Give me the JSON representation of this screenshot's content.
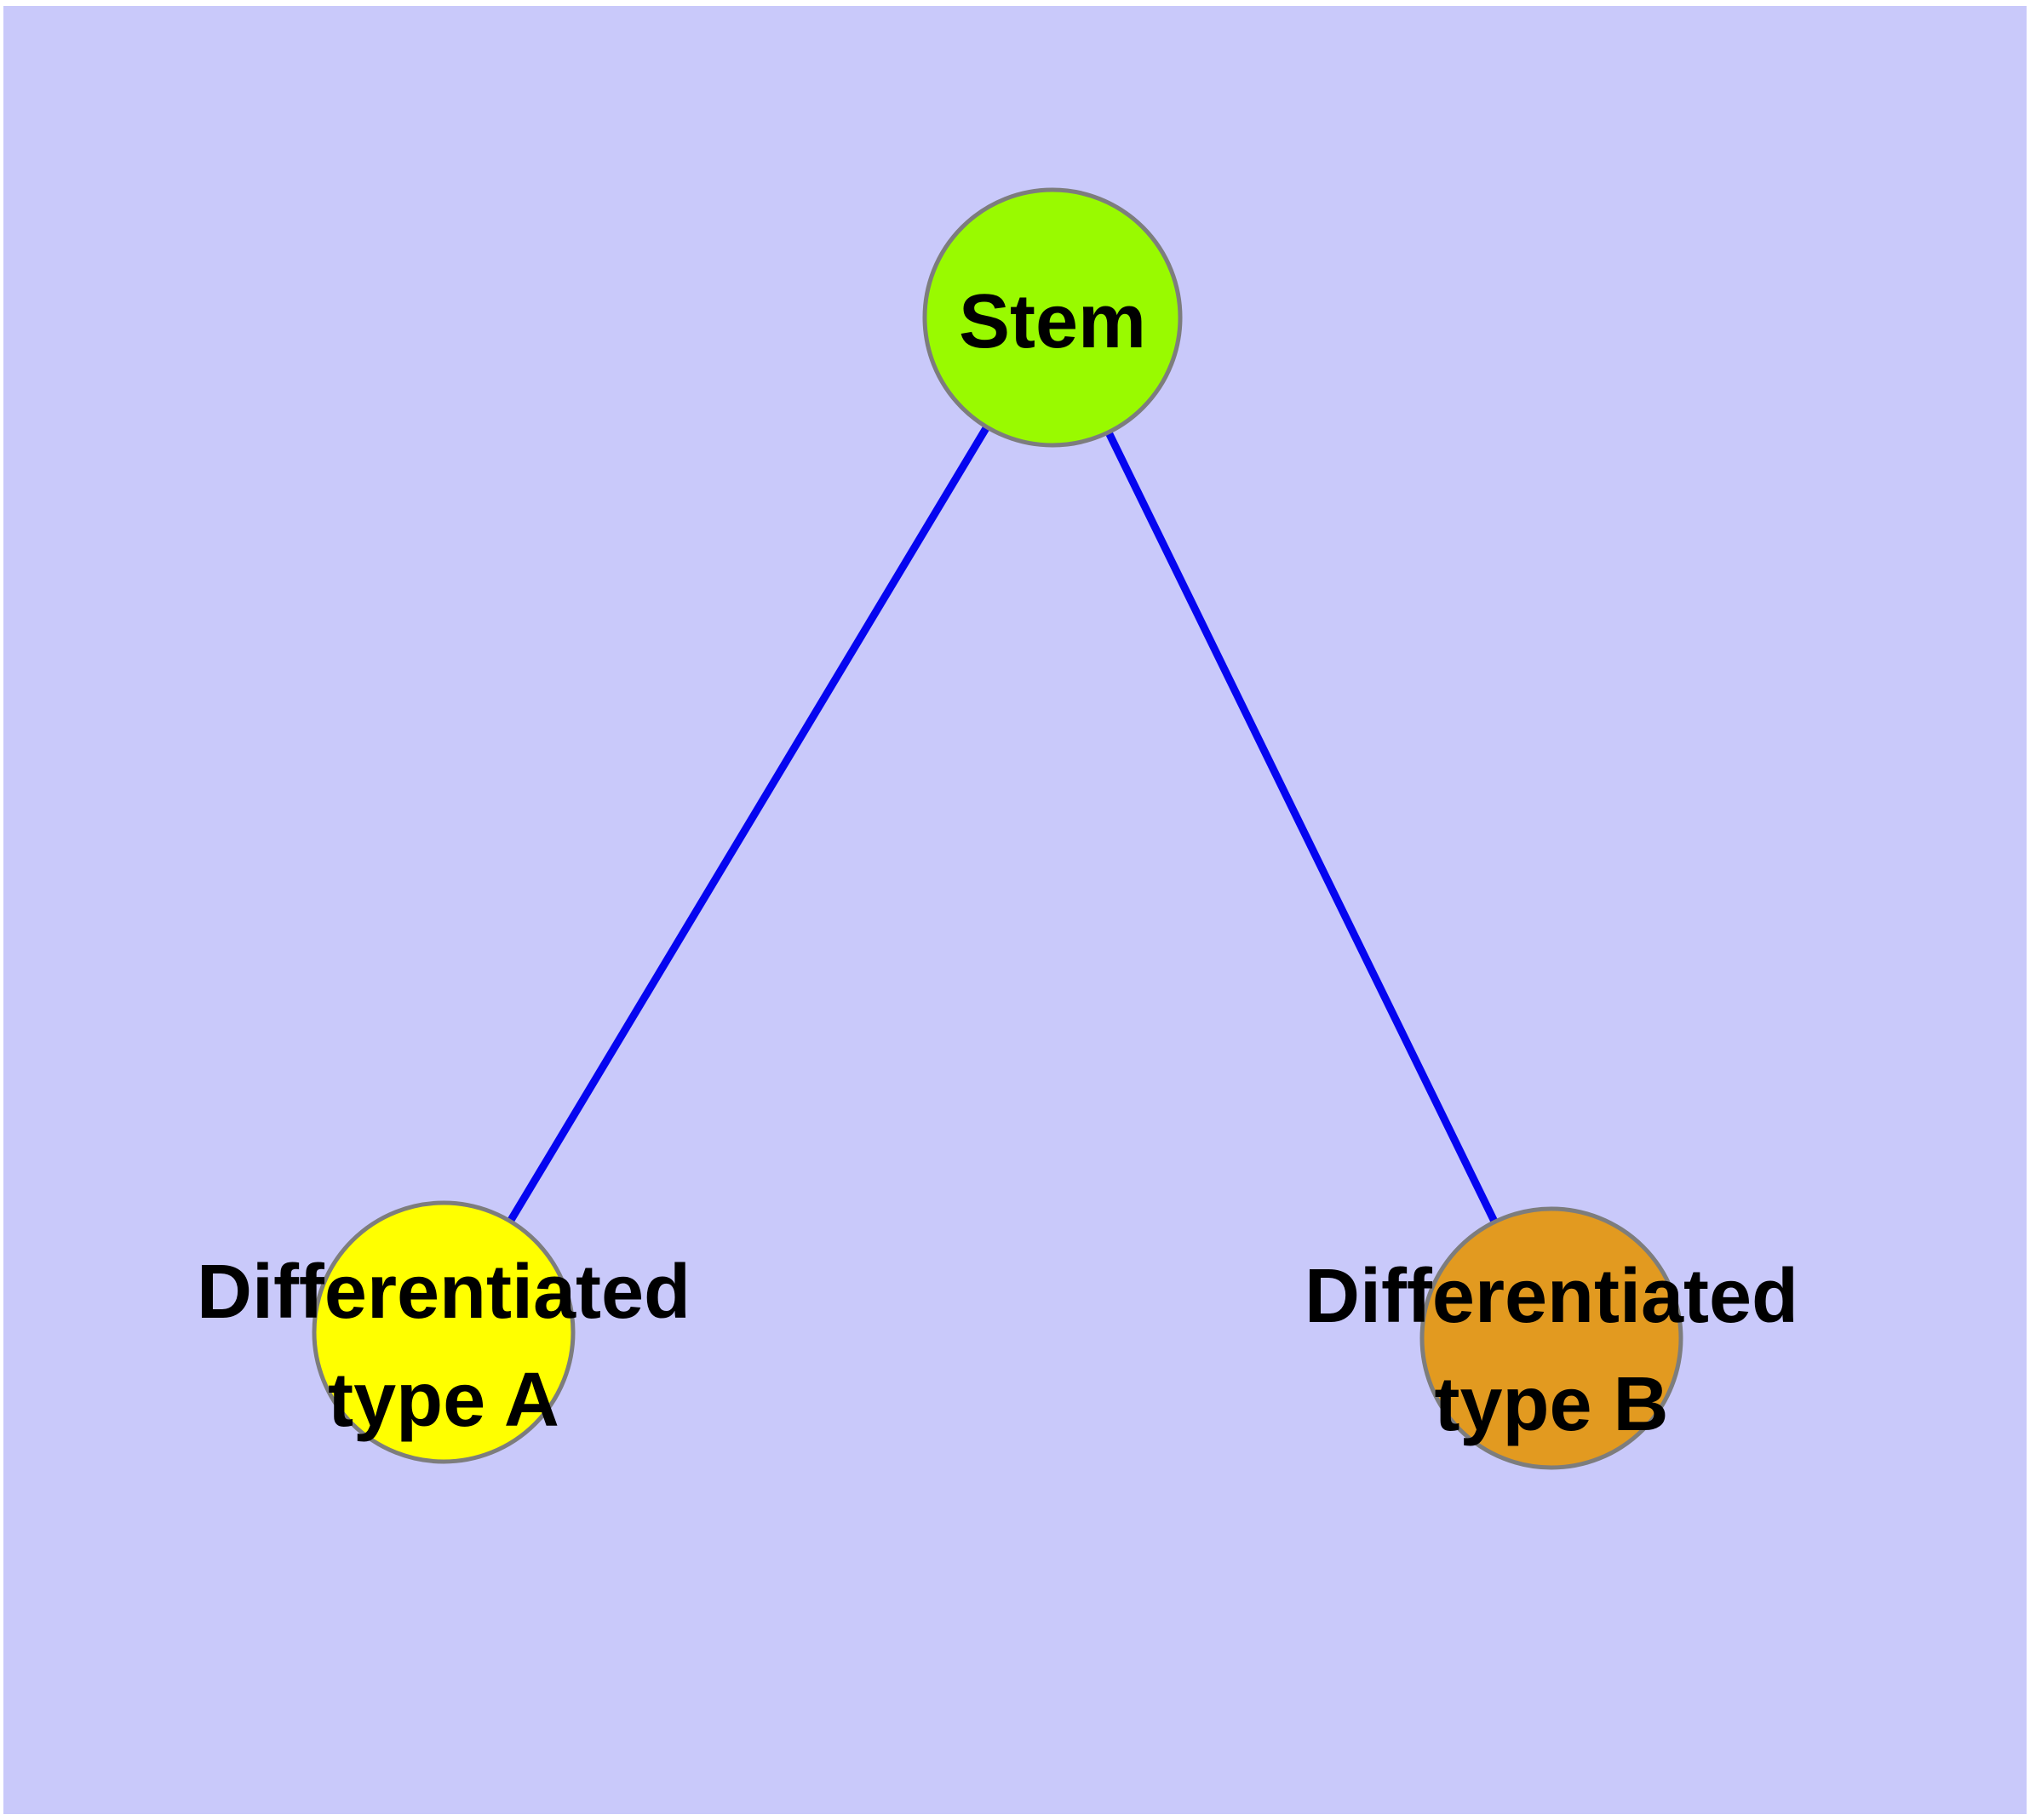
{
  "diagram": {
    "background_color": "#c9c9fa",
    "frame_color": "#ffffff",
    "edge_color": "#0505f0",
    "node_border_color": "#7d7d7d",
    "text_color": "#000000",
    "nodes": {
      "stem": {
        "label": "Stem",
        "fill": "#99fa00"
      },
      "type_a": {
        "label_line1": "Differentiated",
        "label_line2": "type A",
        "fill": "#ffff00"
      },
      "type_b": {
        "label_line1": "Differentiated",
        "label_line2": "type B",
        "fill": "#e29a20"
      }
    },
    "edges": [
      {
        "from": "stem",
        "to": "type_a"
      },
      {
        "from": "stem",
        "to": "type_b"
      }
    ]
  }
}
